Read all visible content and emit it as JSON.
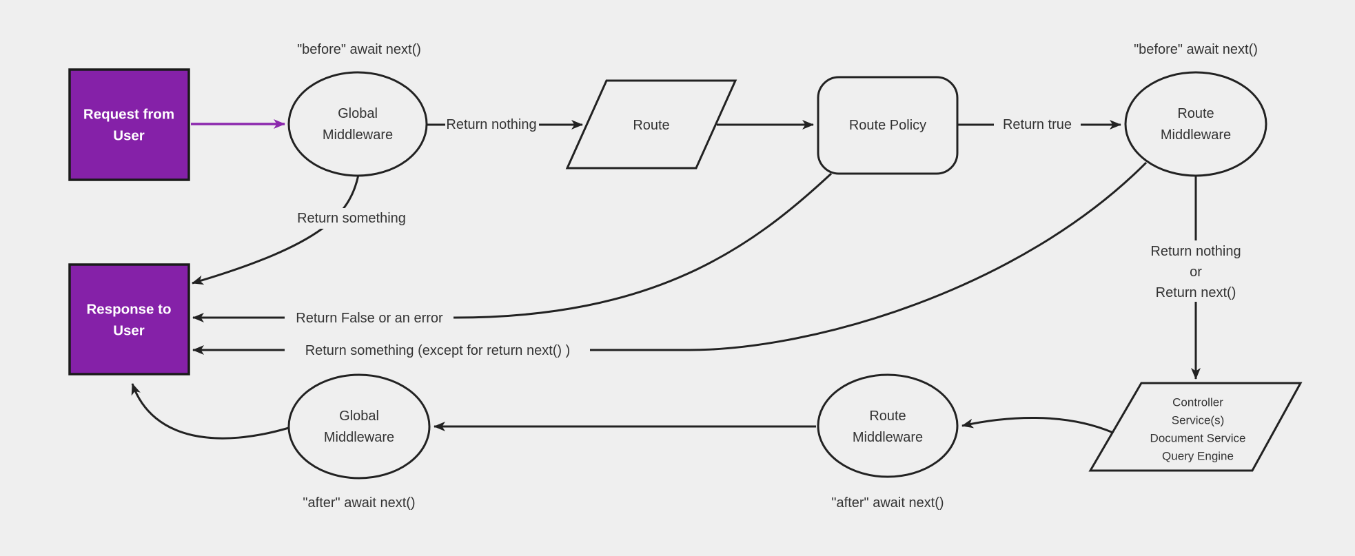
{
  "diagram_type": "flowchart",
  "colors": {
    "background": "#efefef",
    "shape_fill": "#efefef",
    "stroke": "#222222",
    "terminal_fill": "#8521a8",
    "terminal_border": "#1a1a1a",
    "terminal_text": "#ffffff",
    "purple_arrow": "#8b27ad",
    "label_text": "#333333"
  },
  "nodes": {
    "request_from_user": {
      "shape": "rectangle",
      "lines": [
        "Request from",
        "User"
      ]
    },
    "global_middleware_top": {
      "shape": "ellipse",
      "lines": [
        "Global",
        "Middleware"
      ]
    },
    "route": {
      "shape": "parallelogram",
      "label": "Route"
    },
    "route_policy": {
      "shape": "rounded-rectangle",
      "label": "Route Policy"
    },
    "route_middleware_top": {
      "shape": "ellipse",
      "lines": [
        "Route",
        "Middleware"
      ]
    },
    "controller_services": {
      "shape": "parallelogram",
      "lines": [
        "Controller",
        "Service(s)",
        "Document Service",
        "Query Engine"
      ]
    },
    "route_middleware_bottom": {
      "shape": "ellipse",
      "lines": [
        "Route",
        "Middleware"
      ]
    },
    "global_middleware_bottom": {
      "shape": "ellipse",
      "lines": [
        "Global",
        "Middleware"
      ]
    },
    "response_to_user": {
      "shape": "rectangle",
      "lines": [
        "Response to",
        "User"
      ]
    }
  },
  "edge_labels": {
    "before_await_next_global": "\"before\" await next()",
    "before_await_next_route": "\"before\" await next()",
    "return_nothing": "Return nothing",
    "return_true": "Return true",
    "return_something": "Return something",
    "return_false_or_error": "Return False or an error",
    "return_something_except": "Return something (except for return next() )",
    "return_nothing_or_next": {
      "lines": [
        "Return nothing",
        "or",
        "Return next()"
      ]
    },
    "after_await_next_global": "\"after\" await next()",
    "after_await_next_route": "\"after\" await next()"
  }
}
